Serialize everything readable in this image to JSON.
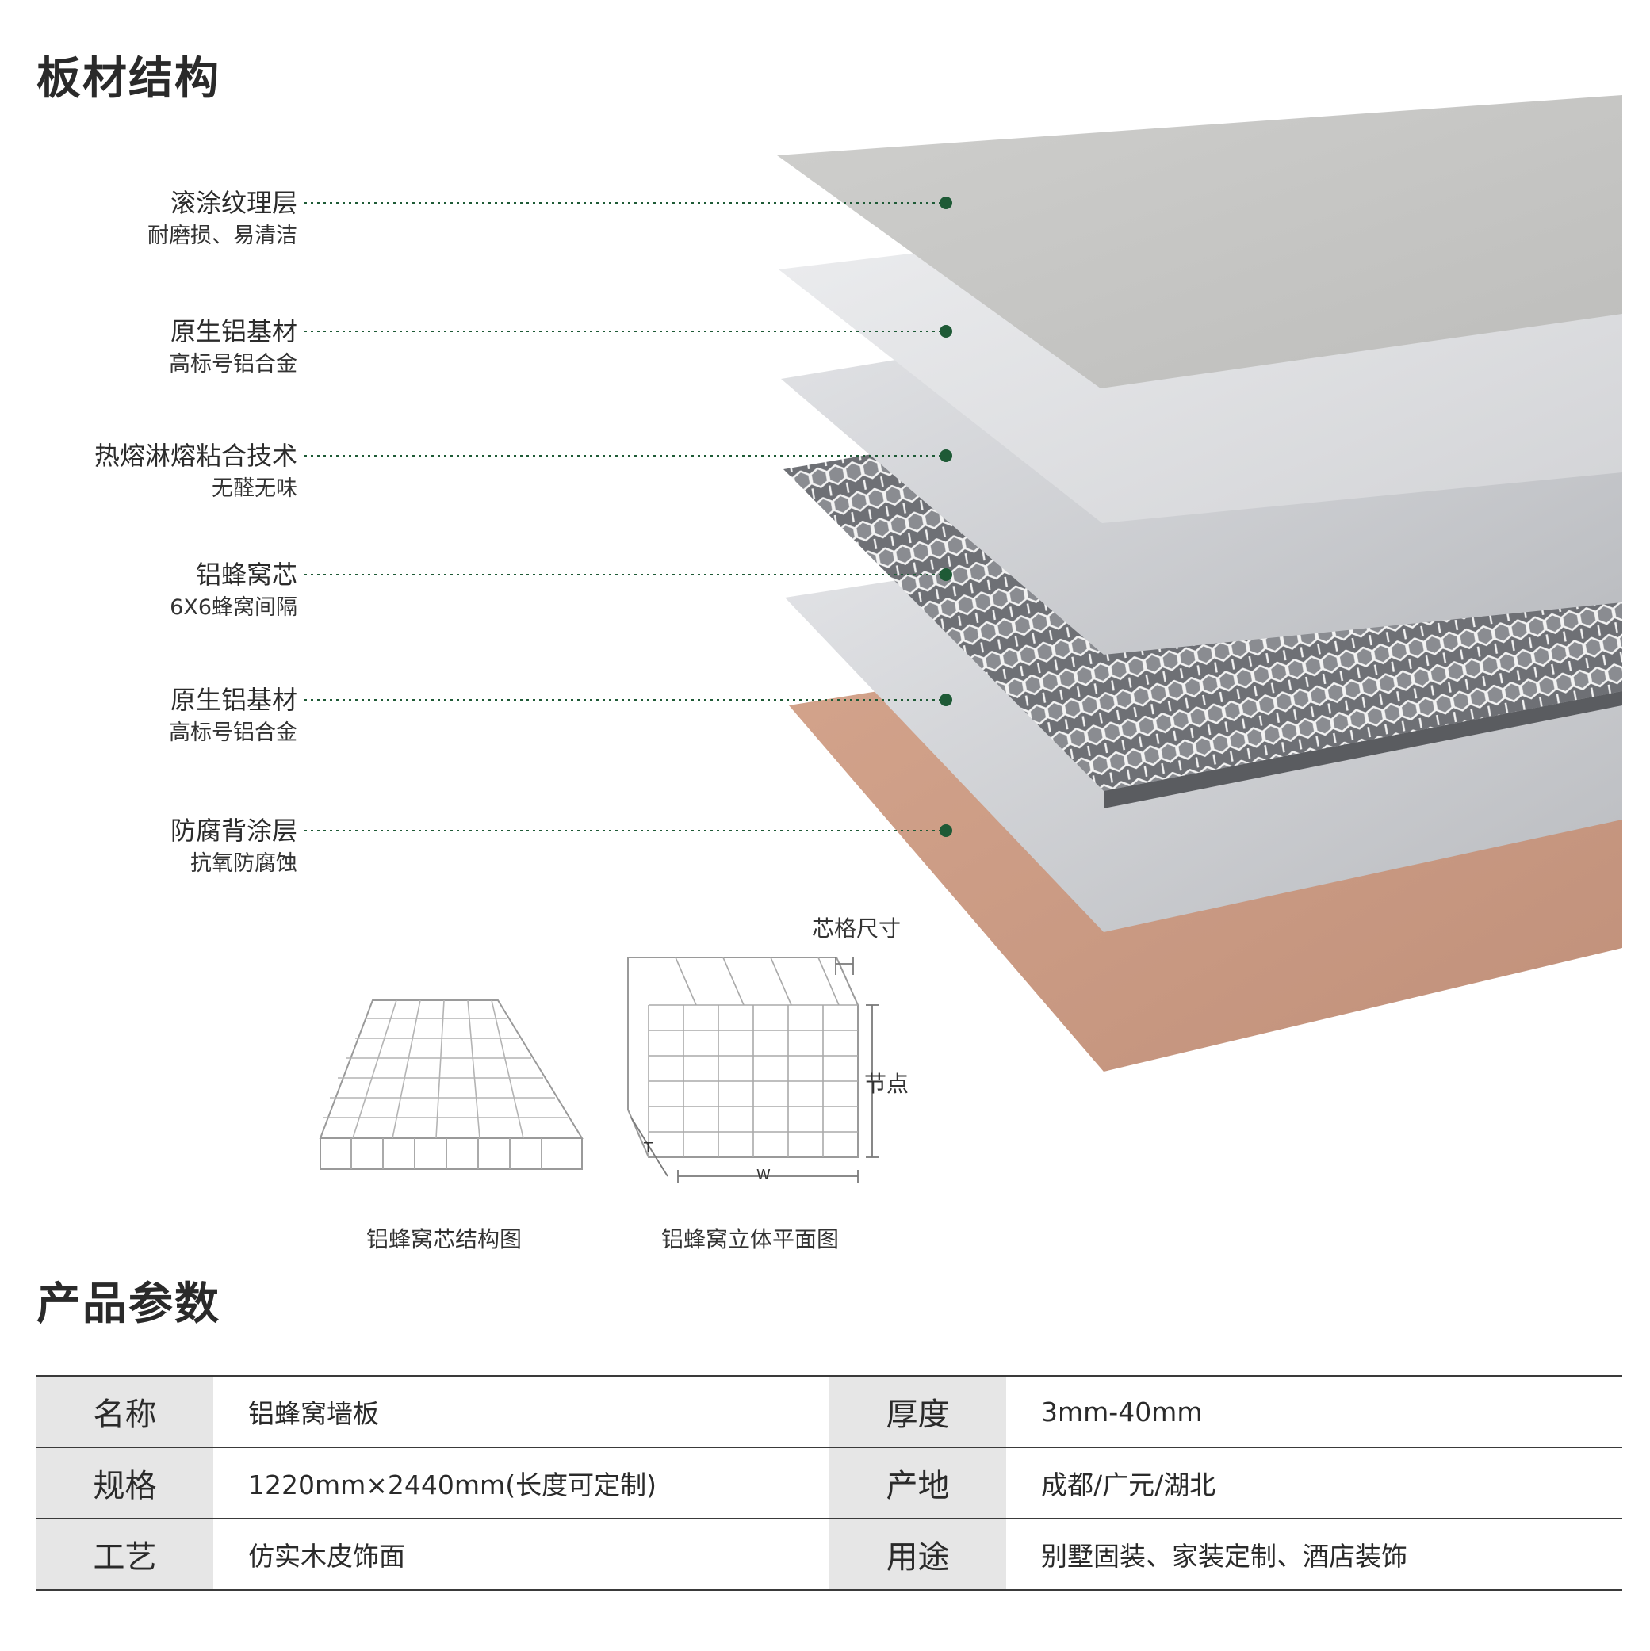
{
  "structure": {
    "title": "板材结构",
    "layers": [
      {
        "name": "滚涂纹理层",
        "desc": "耐磨损、易清洁"
      },
      {
        "name": "原生铝基材",
        "desc": "高标号铝合金"
      },
      {
        "name": "热熔淋熔粘合技术",
        "desc": "无醛无味"
      },
      {
        "name": "铝蜂窝芯",
        "desc": "6X6蜂窝间隔"
      },
      {
        "name": "原生铝基材",
        "desc": "高标号铝合金"
      },
      {
        "name": "防腐背涂层",
        "desc": "抗氧防腐蚀"
      }
    ],
    "diagrams": {
      "structure_caption": "铝蜂窝芯结构图",
      "plan_caption": "铝蜂窝立体平面图",
      "cell_size_label": "芯格尺寸",
      "node_label": "节点",
      "t_label": "T",
      "w_label": "W"
    }
  },
  "params": {
    "title": "产品参数",
    "rows": [
      {
        "k1": "名称",
        "v1": "铝蜂窝墙板",
        "k2": "厚度",
        "v2": "3mm-40mm"
      },
      {
        "k1": "规格",
        "v1": "1220mm×2440mm(长度可定制)",
        "k2": "产地",
        "v2": "成都/广元/湖北"
      },
      {
        "k1": "工艺",
        "v1": "仿实木皮饰面",
        "k2": "用途",
        "v2": "别墅固装、家装定制、酒店装饰"
      }
    ]
  },
  "colors": {
    "leader_dot": "#1e5a36",
    "top_coat": "#c4c4c2",
    "aluminum": "#dcdde0",
    "back_coat": "#c99a83"
  }
}
